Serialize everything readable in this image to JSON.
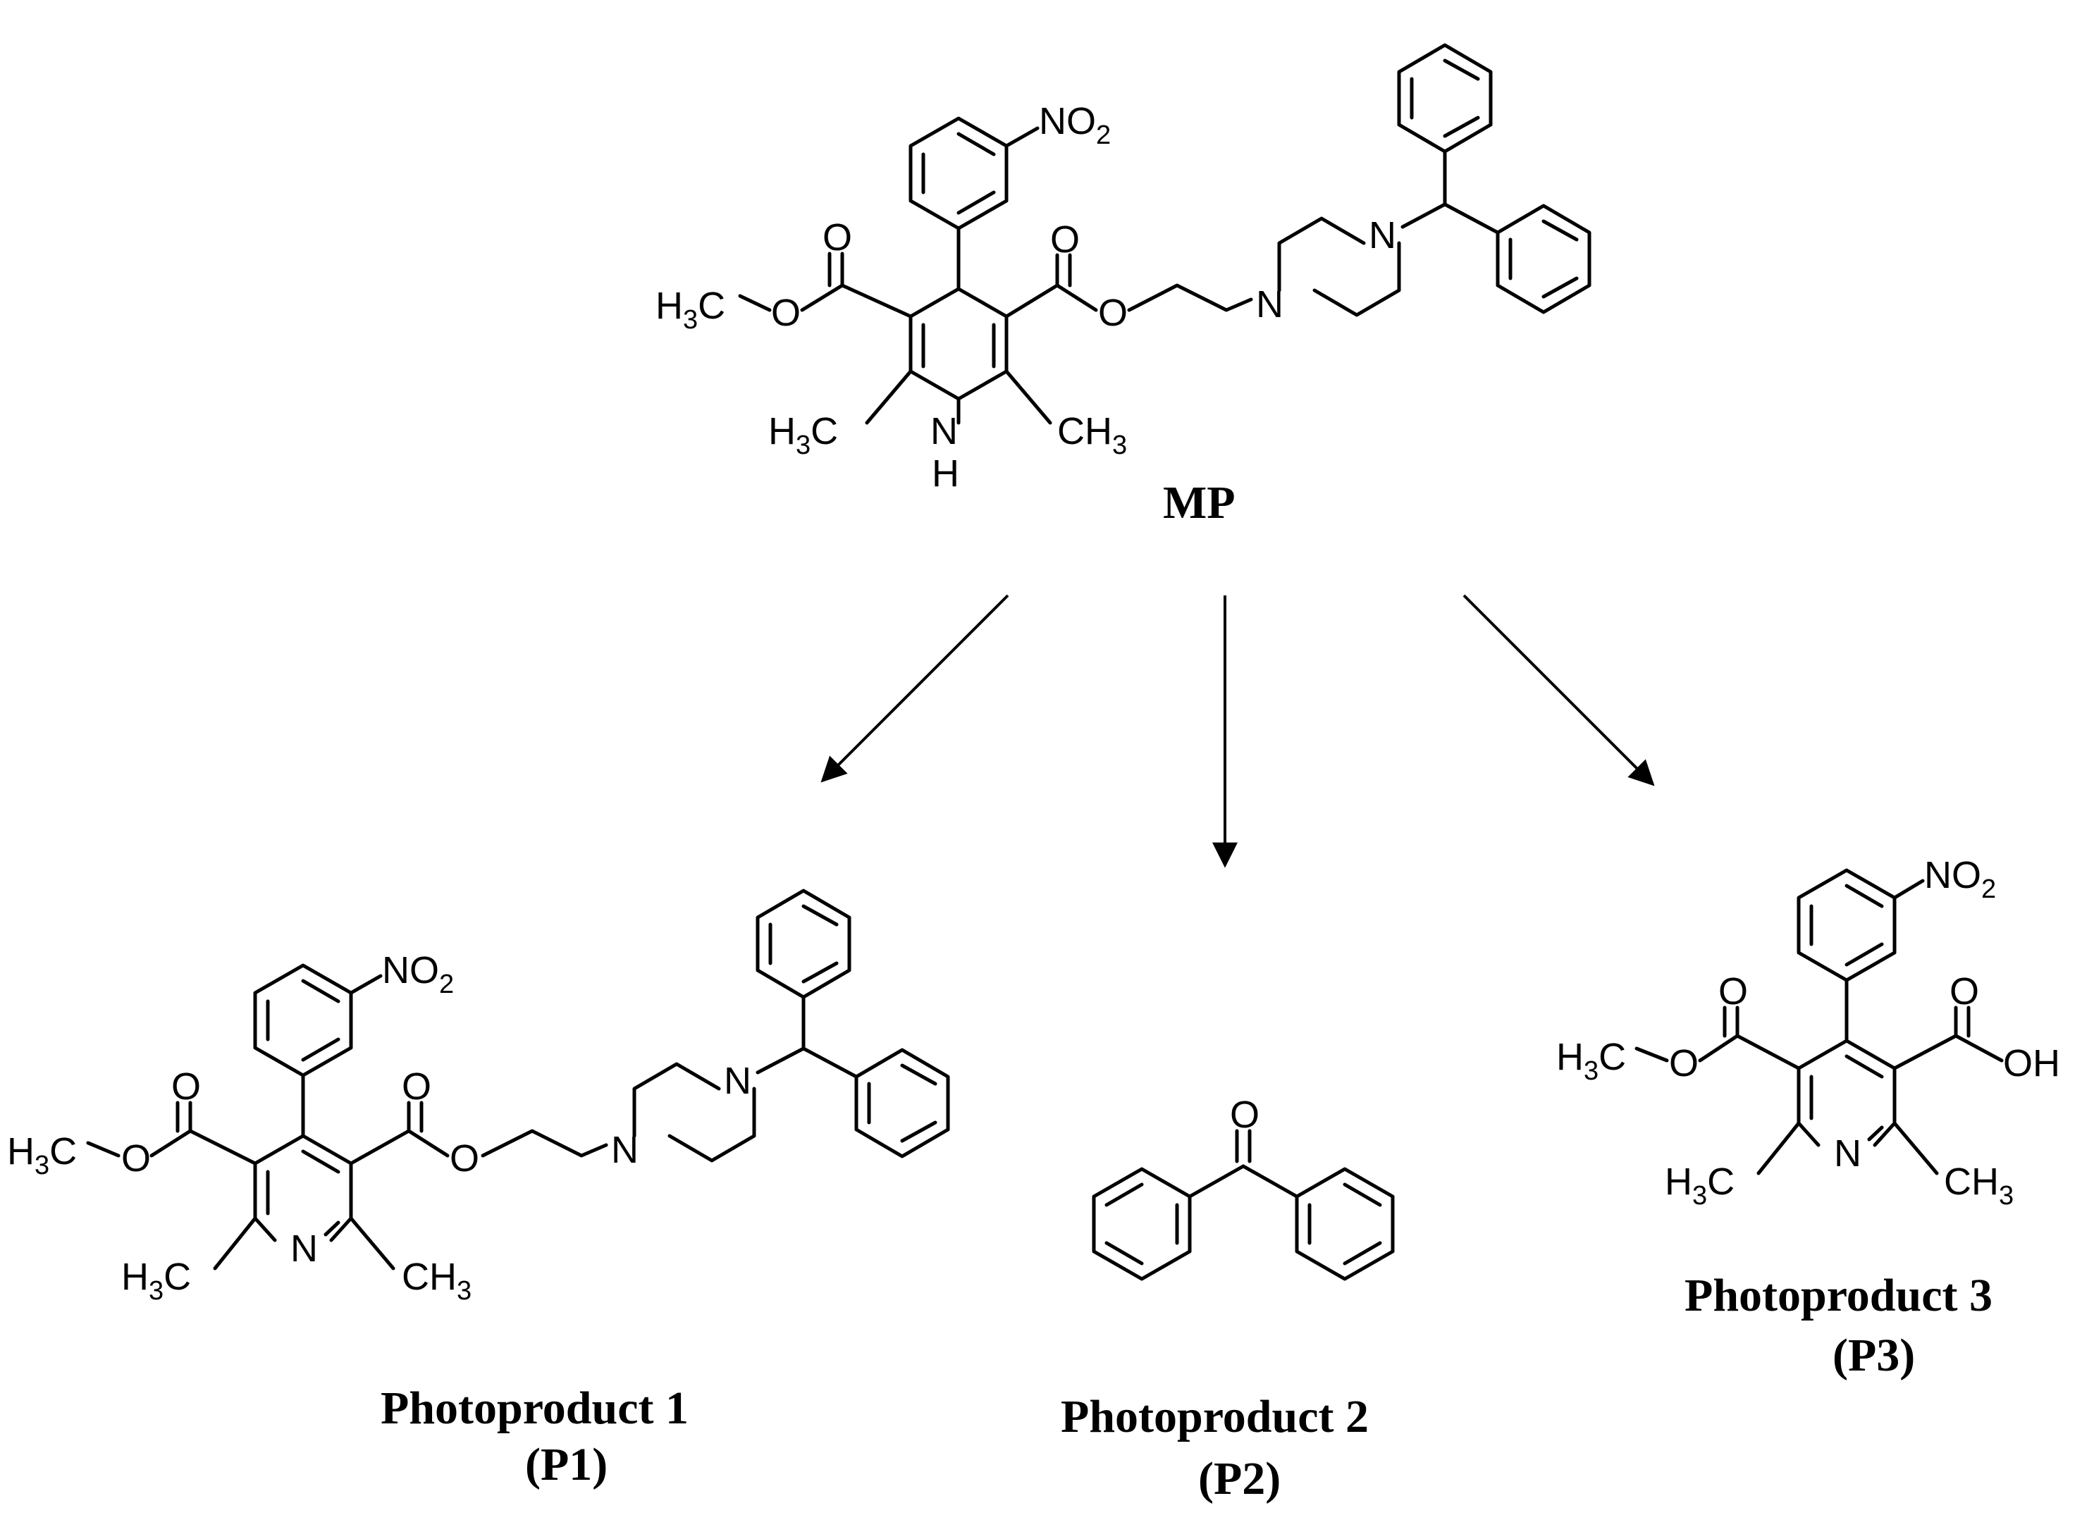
{
  "compounds": {
    "mp": {
      "name": "MP",
      "nitro": {
        "text": "NO",
        "sub": "2"
      },
      "ester_left": {
        "text": "H",
        "sub": "3",
        "tail": "C"
      },
      "o_carbonyl": "O",
      "o_ester": "O",
      "methyl_left": {
        "text": "H",
        "sub": "3",
        "tail": "C"
      },
      "methyl_right": {
        "text": "CH",
        "sub": "3"
      },
      "nh_n": "N",
      "nh_h": "H",
      "pip_n": "N"
    },
    "p1": {
      "name": "Photoproduct 1",
      "code": "(P1)",
      "nitro": {
        "text": "NO",
        "sub": "2"
      },
      "ester_left": {
        "text": "H",
        "sub": "3",
        "tail": "C"
      },
      "o_carbonyl": "O",
      "o_ester": "O",
      "methyl_left": {
        "text": "H",
        "sub": "3",
        "tail": "C"
      },
      "methyl_right": {
        "text": "CH",
        "sub": "3"
      },
      "ring_n": "N",
      "pip_n": "N"
    },
    "p2": {
      "name": "Photoproduct 2",
      "code": "(P2)",
      "o_carbonyl": "O"
    },
    "p3": {
      "name": "Photoproduct 3",
      "code": "(P3)",
      "nitro": {
        "text": "NO",
        "sub": "2"
      },
      "ester_left": {
        "text": "H",
        "sub": "3",
        "tail": "C"
      },
      "o_carbonyl": "O",
      "o_ester": "O",
      "acid": "OH",
      "methyl_left": {
        "text": "H",
        "sub": "3",
        "tail": "C"
      },
      "methyl_right": {
        "text": "CH",
        "sub": "3"
      },
      "ring_n": "N"
    }
  }
}
